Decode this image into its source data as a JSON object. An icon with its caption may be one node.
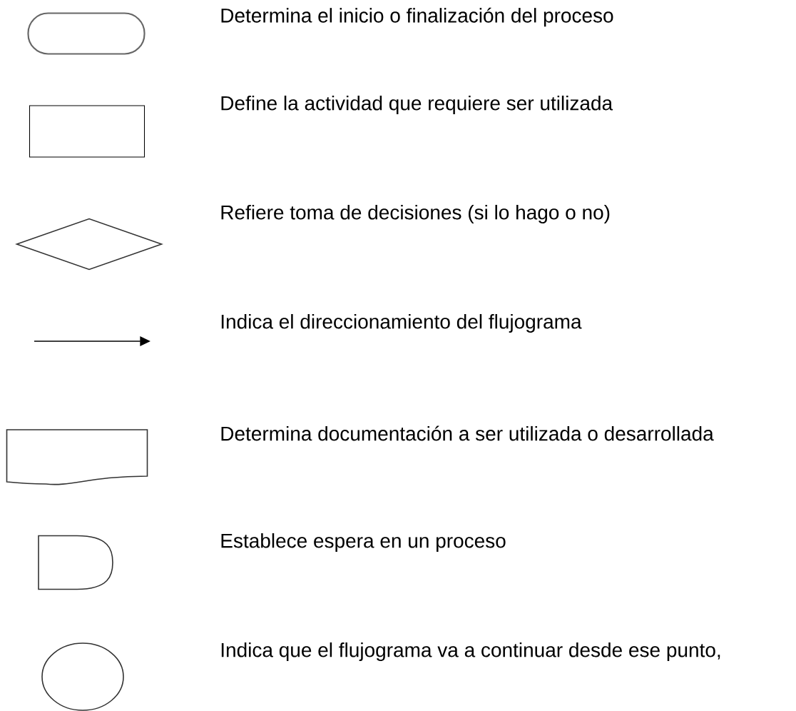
{
  "diagram": {
    "nodes": [
      {
        "text": [],
        "shape": "terminal",
        "beside": [
          "Determina el inicio o finalización del proceso"
        ]
      },
      {
        "text": [],
        "shape": "box",
        "beside": [
          "Define la actividad que requiere ser utilizada"
        ]
      },
      {
        "text": [],
        "shape": "diamond",
        "beside": [
          "Refiere toma de decisiones (si lo hago o no)"
        ]
      },
      {
        "text": [],
        "shape": "document",
        "beside": [
          "Determina documentación a ser utilizada o desarrollada"
        ]
      },
      {
        "text": [],
        "shape": "delay"
      },
      {
        "text": [],
        "shape": "circle"
      }
    ],
    "labels": [
      "Indica el direccionamiento del flujograma",
      "Establece espera en un proceso",
      "Indica que el flujograma va a continuar desde ese punto,"
    ]
  }
}
